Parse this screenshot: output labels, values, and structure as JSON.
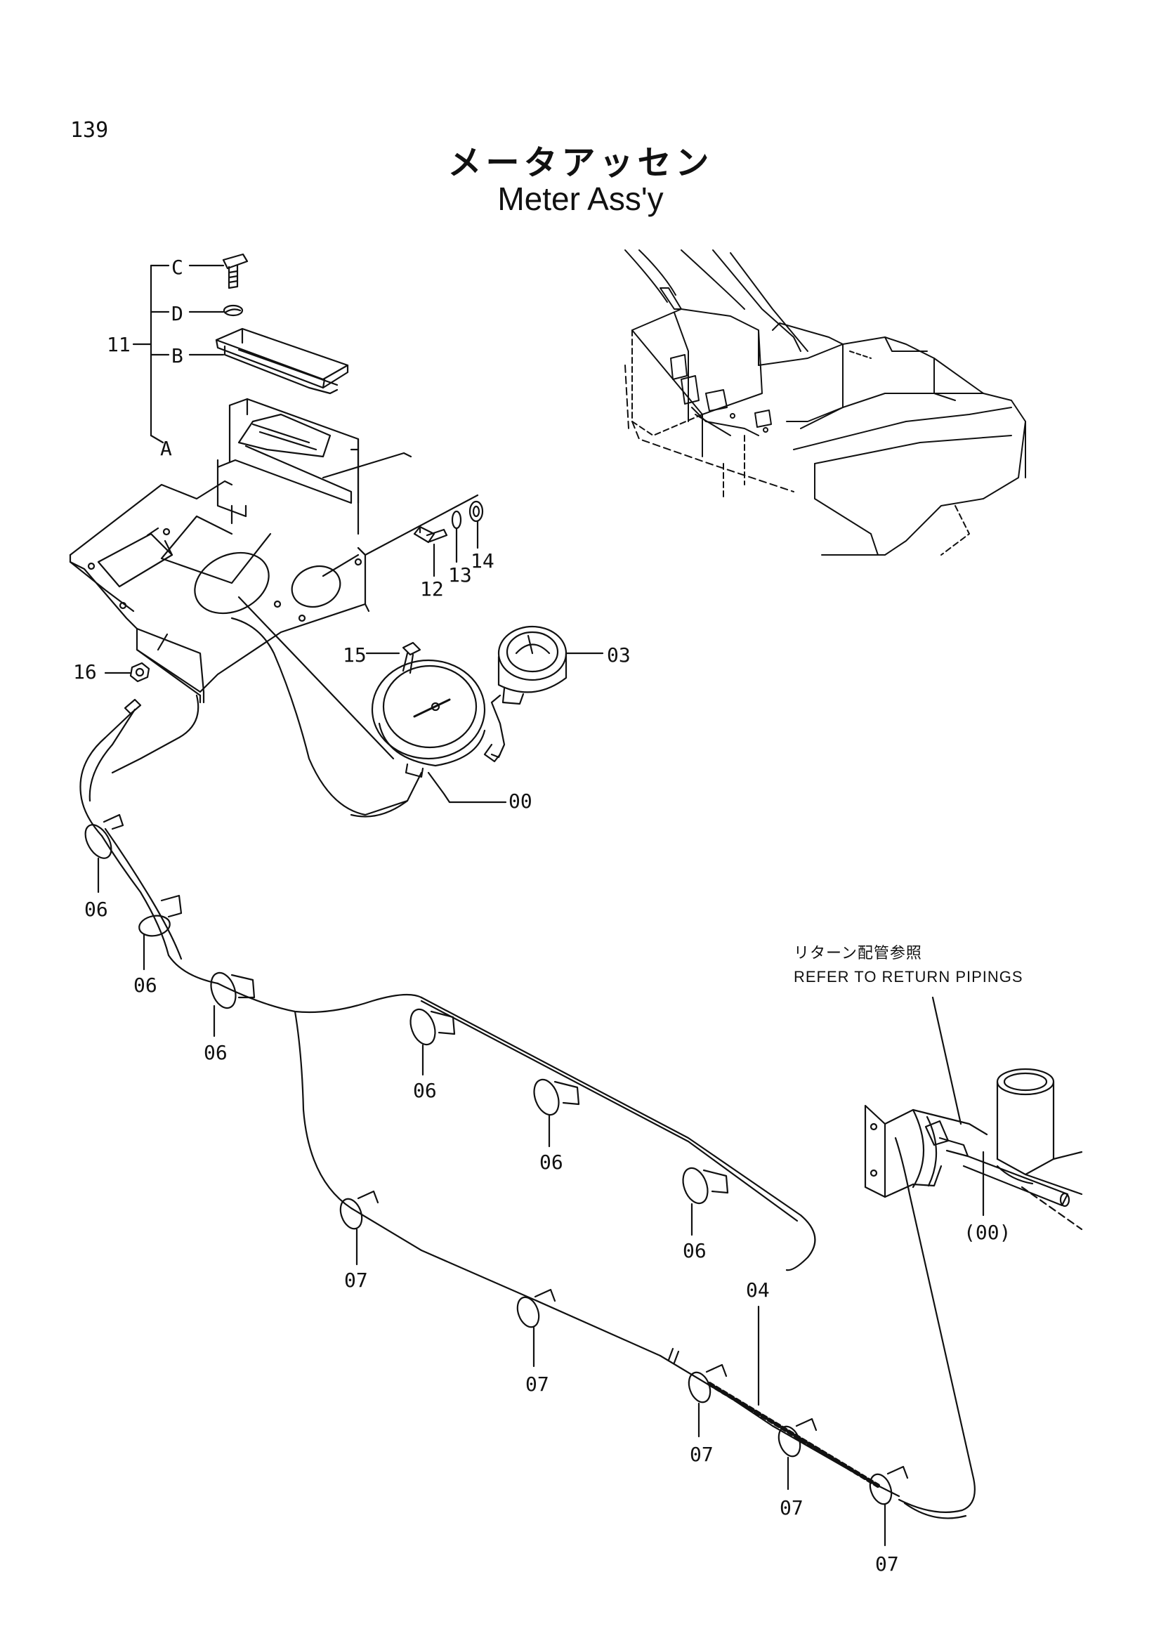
{
  "page_number": "139",
  "title_jp": "メータアッセン",
  "title_en": "Meter Ass'y",
  "note": {
    "jp": "リターン配管参照",
    "en": "REFER TO RETURN PIPINGS"
  },
  "labels": {
    "c": "C",
    "d": "D",
    "b": "B",
    "a": "A",
    "p11": "11",
    "p12": "12",
    "p13": "13",
    "p14": "14",
    "p15": "15",
    "p16": "16",
    "p03": "03",
    "p00": "00",
    "p00_ref": "(00)",
    "p04": "04",
    "p06": "06",
    "p07": "07"
  }
}
